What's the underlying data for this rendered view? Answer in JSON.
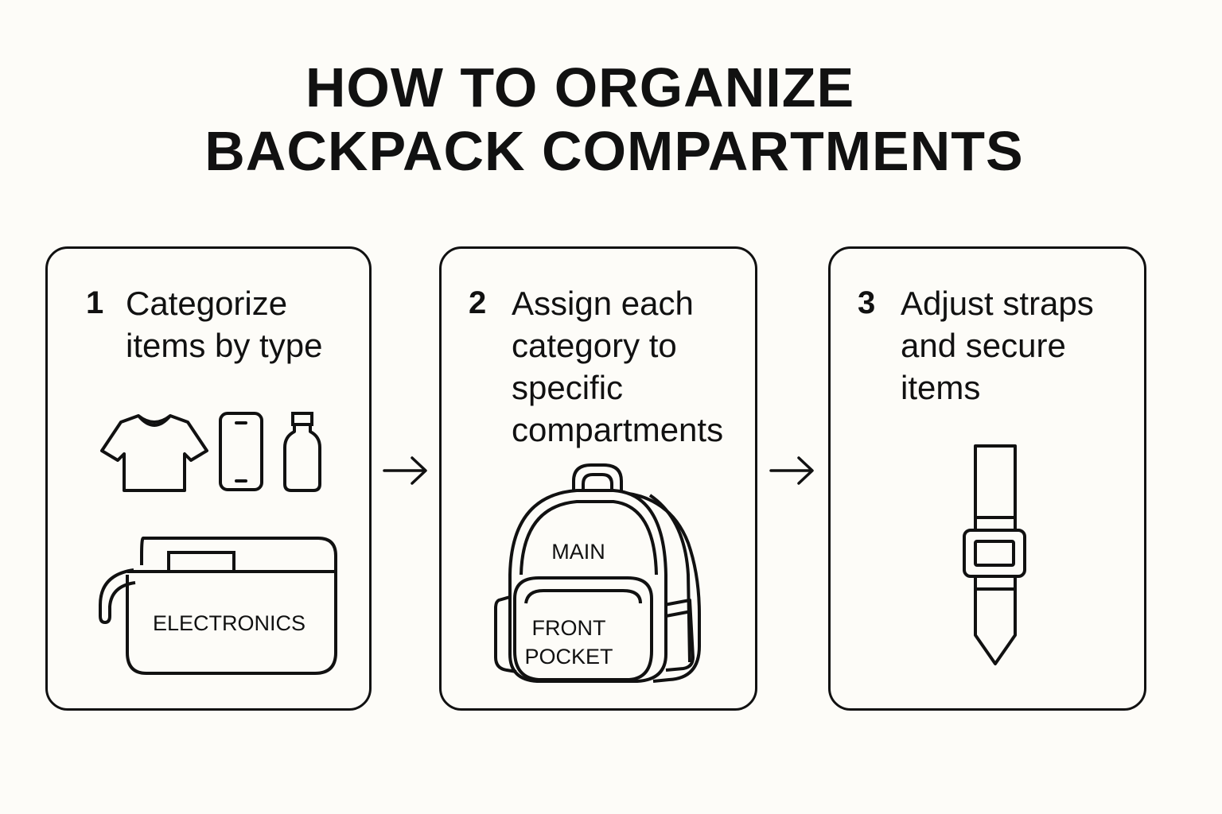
{
  "title": {
    "line1": "HOW TO ORGANIZE",
    "line2": "BACKPACK COMPARTMENTS"
  },
  "steps": [
    {
      "number": "1",
      "text_lines": [
        "Categorize",
        "items by type"
      ],
      "icons": [
        "t-shirt-icon",
        "phone-icon",
        "bottle-icon",
        "electronics-pouch-icon"
      ],
      "pouch_label": "ELECTRONICS"
    },
    {
      "number": "2",
      "text_lines": [
        "Assign each",
        "category to",
        "specific",
        "compartments"
      ],
      "icons": [
        "backpack-icon"
      ],
      "main_label": "MAIN",
      "front_label_lines": [
        "FRONT",
        "POCKET"
      ]
    },
    {
      "number": "3",
      "text_lines": [
        "Adjust straps",
        "and secure",
        "items"
      ],
      "icons": [
        "strap-buckle-icon"
      ]
    }
  ],
  "arrows": [
    "arrow-right-icon",
    "arrow-right-icon"
  ],
  "colors": {
    "background": "#fdfcf8",
    "ink": "#111111"
  }
}
